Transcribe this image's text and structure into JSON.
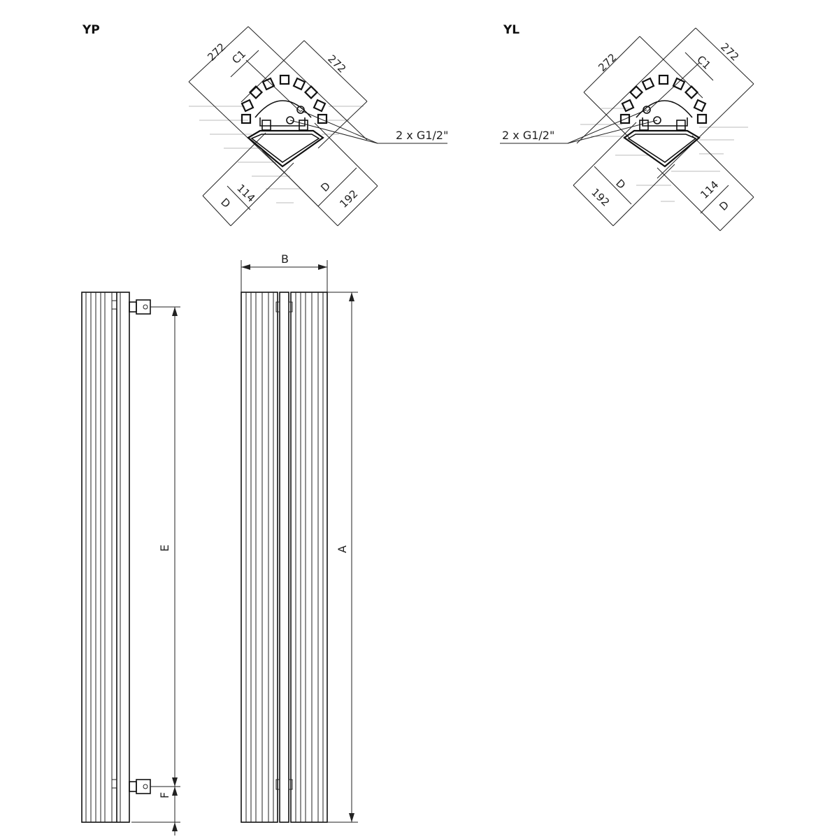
{
  "views": {
    "yp": {
      "label": "YP",
      "dim_left_top": "272",
      "dim_right_top": "272",
      "dim_c1": "C1",
      "dim_114": "114",
      "dim_d_left": "D",
      "dim_d_right": "D",
      "dim_192": "192",
      "connection": "2 x G1/2\""
    },
    "yl": {
      "label": "YL",
      "dim_left_top": "272",
      "dim_right_top": "272",
      "dim_c1": "C1",
      "dim_114": "114",
      "dim_d_left": "D",
      "dim_d_right": "D",
      "dim_192": "192",
      "connection": "2 x G1/2\""
    }
  },
  "elevation": {
    "dim_b": "B",
    "dim_a": "A",
    "dim_e": "E",
    "dim_f": "F"
  }
}
